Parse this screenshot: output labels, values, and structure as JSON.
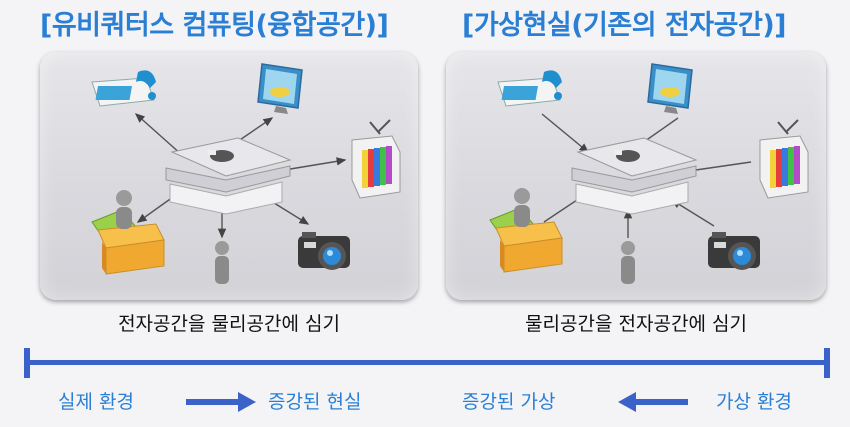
{
  "titles": {
    "left": "[유비쿼터스 컴퓨팅(융합공간)]",
    "right": "[가상현실(기존의 전자공간)]"
  },
  "captions": {
    "left": "전자공간을 물리공간에 심기",
    "right": "물리공간을 전자공간에 심기"
  },
  "spectrum": {
    "stages": [
      "실제 환경",
      "증강된 현실",
      "증강된 가상",
      "가상 환경"
    ],
    "arrows": [
      "right-arrow-icon",
      "left-arrow-icon"
    ]
  },
  "icons": [
    "telephone-icon",
    "monitor-icon",
    "laptop-icon",
    "television-icon",
    "person-icon",
    "desk-icon",
    "camera-icon"
  ],
  "colors": {
    "accent": "#2a7fd4",
    "axis": "#3a62c8",
    "arrow": "#3a62c8",
    "panel": "#dcdce0"
  }
}
